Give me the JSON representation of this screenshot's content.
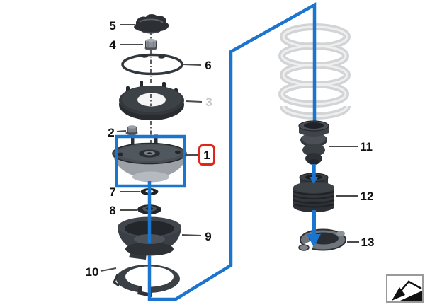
{
  "diagram": {
    "kind": "exploded-parts-diagram",
    "subject": "Front suspension strut support mount / spring assembly",
    "selected_callout": "1",
    "muted_callout": "3",
    "callouts": {
      "n1": "1",
      "n2": "2",
      "n3": "3",
      "n4": "4",
      "n5": "5",
      "n6": "6",
      "n7": "7",
      "n8": "8",
      "n9": "9",
      "n10": "10",
      "n11": "11",
      "n12": "12",
      "n13": "13"
    },
    "colors": {
      "flow_line_blue": "#1b75cf",
      "selected_box_red": "#e0251b",
      "muted_label_grey": "#c4c7c9",
      "label_black": "#111111",
      "background": "#ffffff"
    },
    "icons": {
      "bottom_right": "direction-arrow-icon"
    }
  }
}
